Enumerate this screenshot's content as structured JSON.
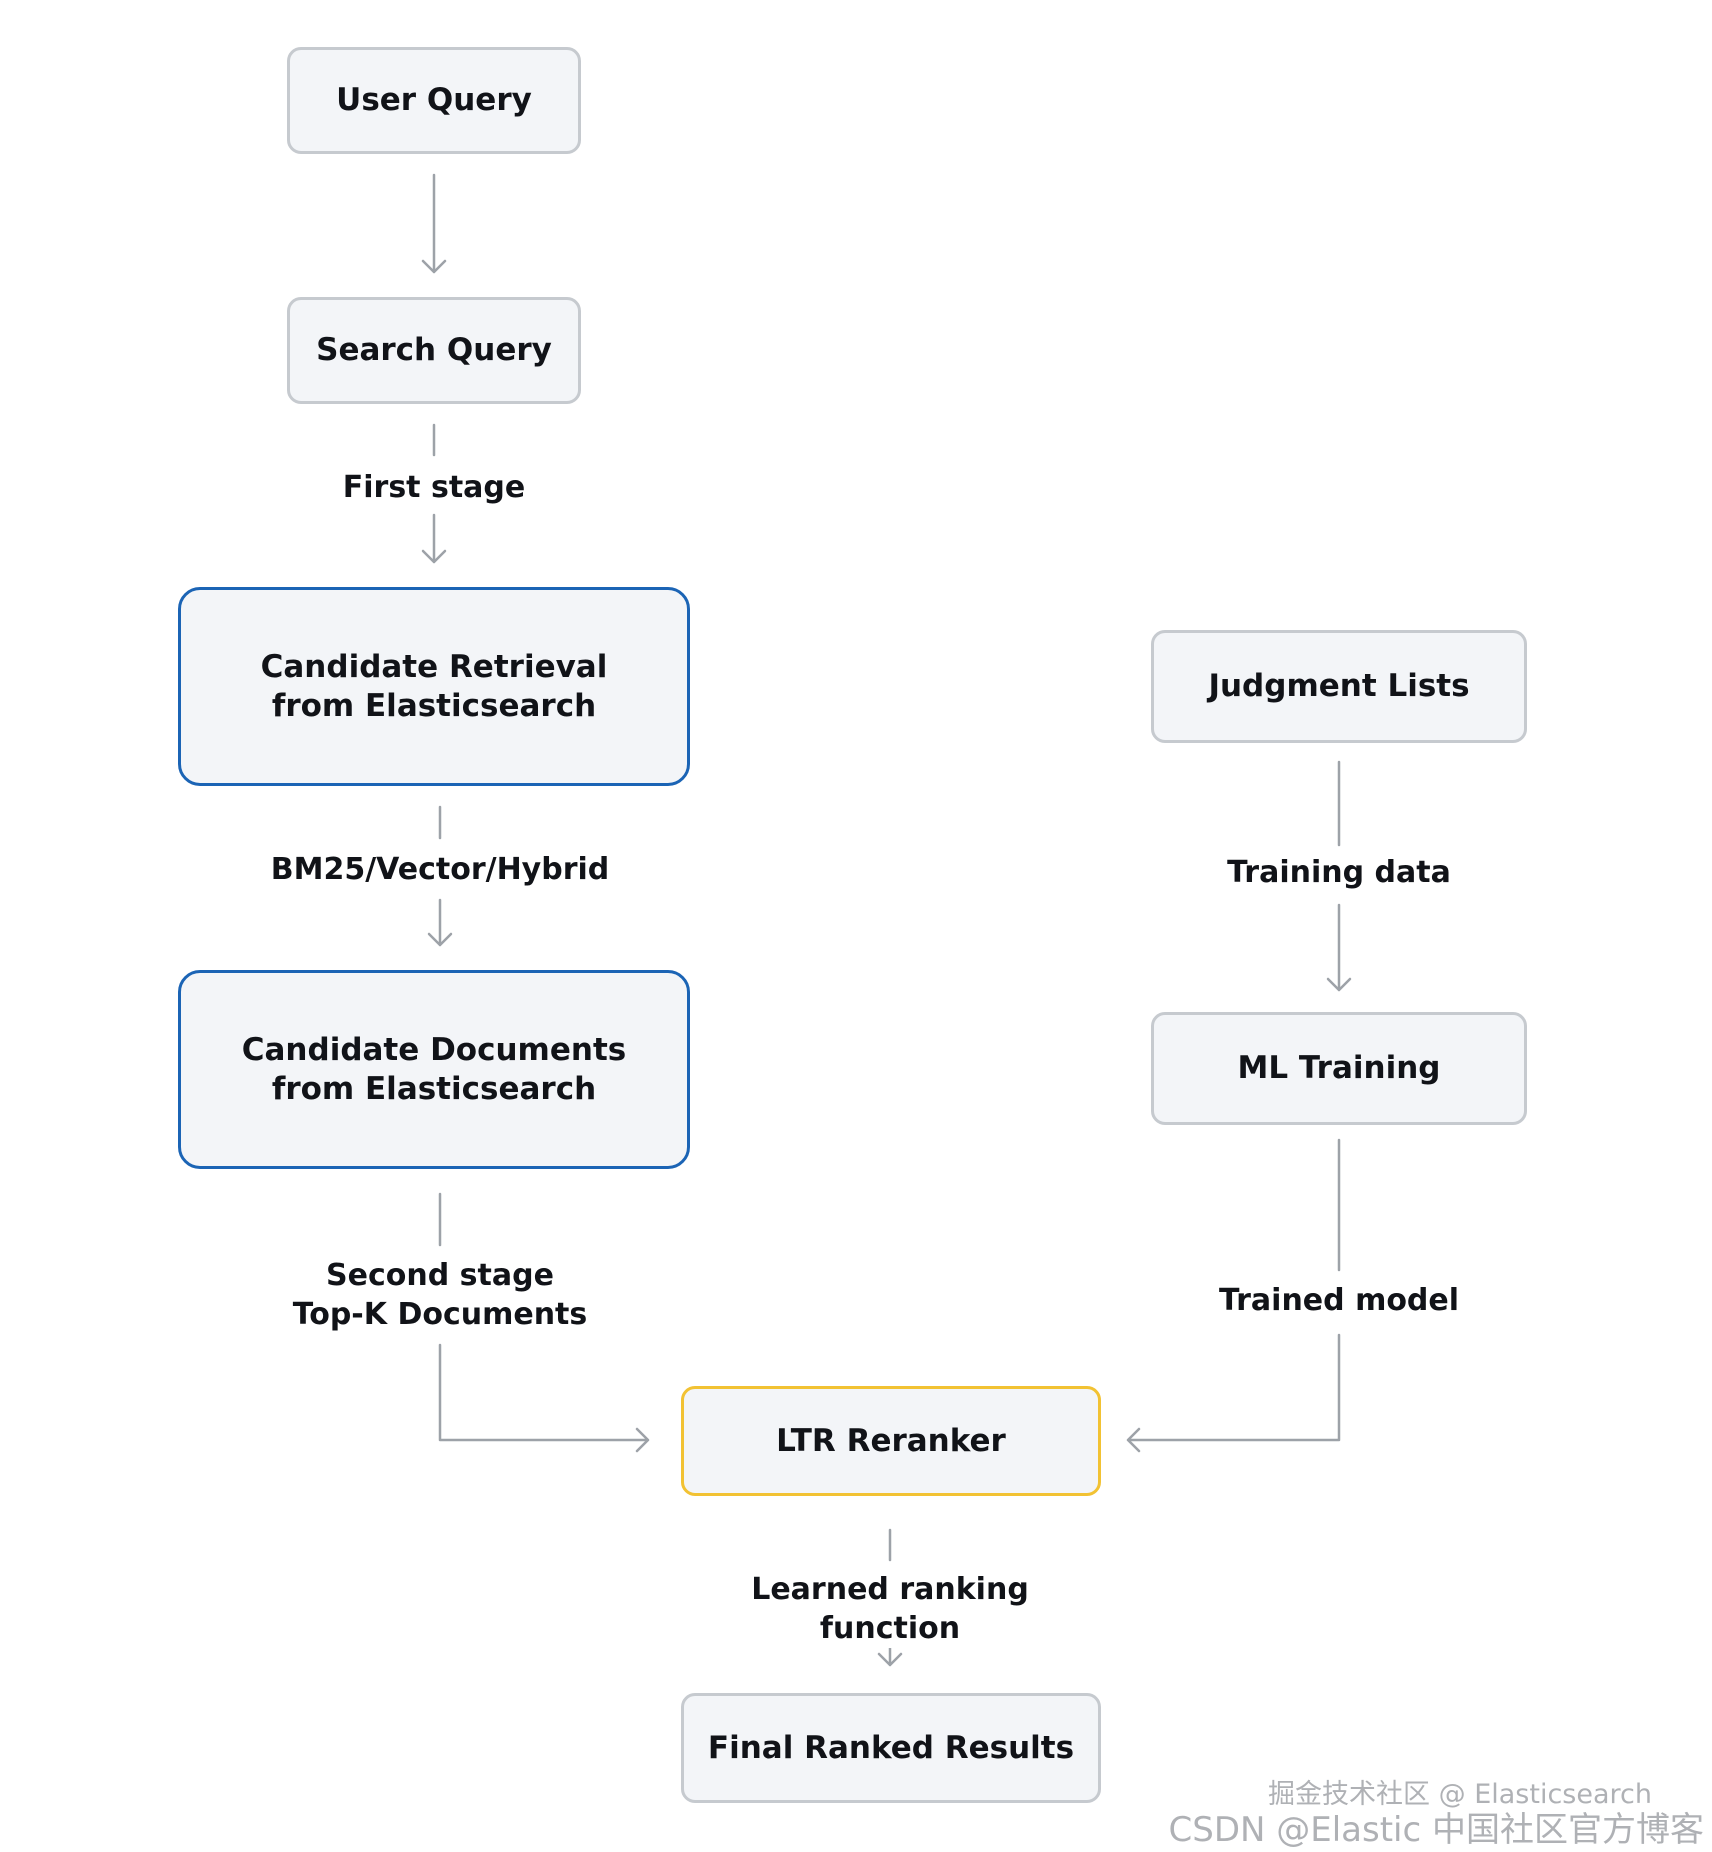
{
  "nodes": {
    "user_query": "User Query",
    "search_query": "Search Query",
    "candidate_retrieval": "Candidate Retrieval\nfrom Elasticsearch",
    "candidate_documents": "Candidate Documents\nfrom Elasticsearch",
    "judgment_lists": "Judgment Lists",
    "ml_training": "ML Training",
    "ltr_reranker": "LTR Reranker",
    "final_results": "Final Ranked Results"
  },
  "edges": {
    "first_stage": "First stage",
    "retrieval_method": "BM25/Vector/Hybrid",
    "second_stage": "Second stage\nTop-K Documents",
    "training_data": "Training data",
    "trained_model": "Trained model",
    "learned_ranking": "Learned ranking function"
  },
  "watermark": {
    "line1": "掘金技术社区 @ Elasticsearch",
    "line2": "CSDN @Elastic 中国社区官方博客"
  },
  "colors": {
    "node_fill": "#f3f5f8",
    "node_border": "#c6cacf",
    "highlight_blue": "#1b64b5",
    "highlight_yellow": "#f2c233",
    "connector": "#9da2a8"
  }
}
